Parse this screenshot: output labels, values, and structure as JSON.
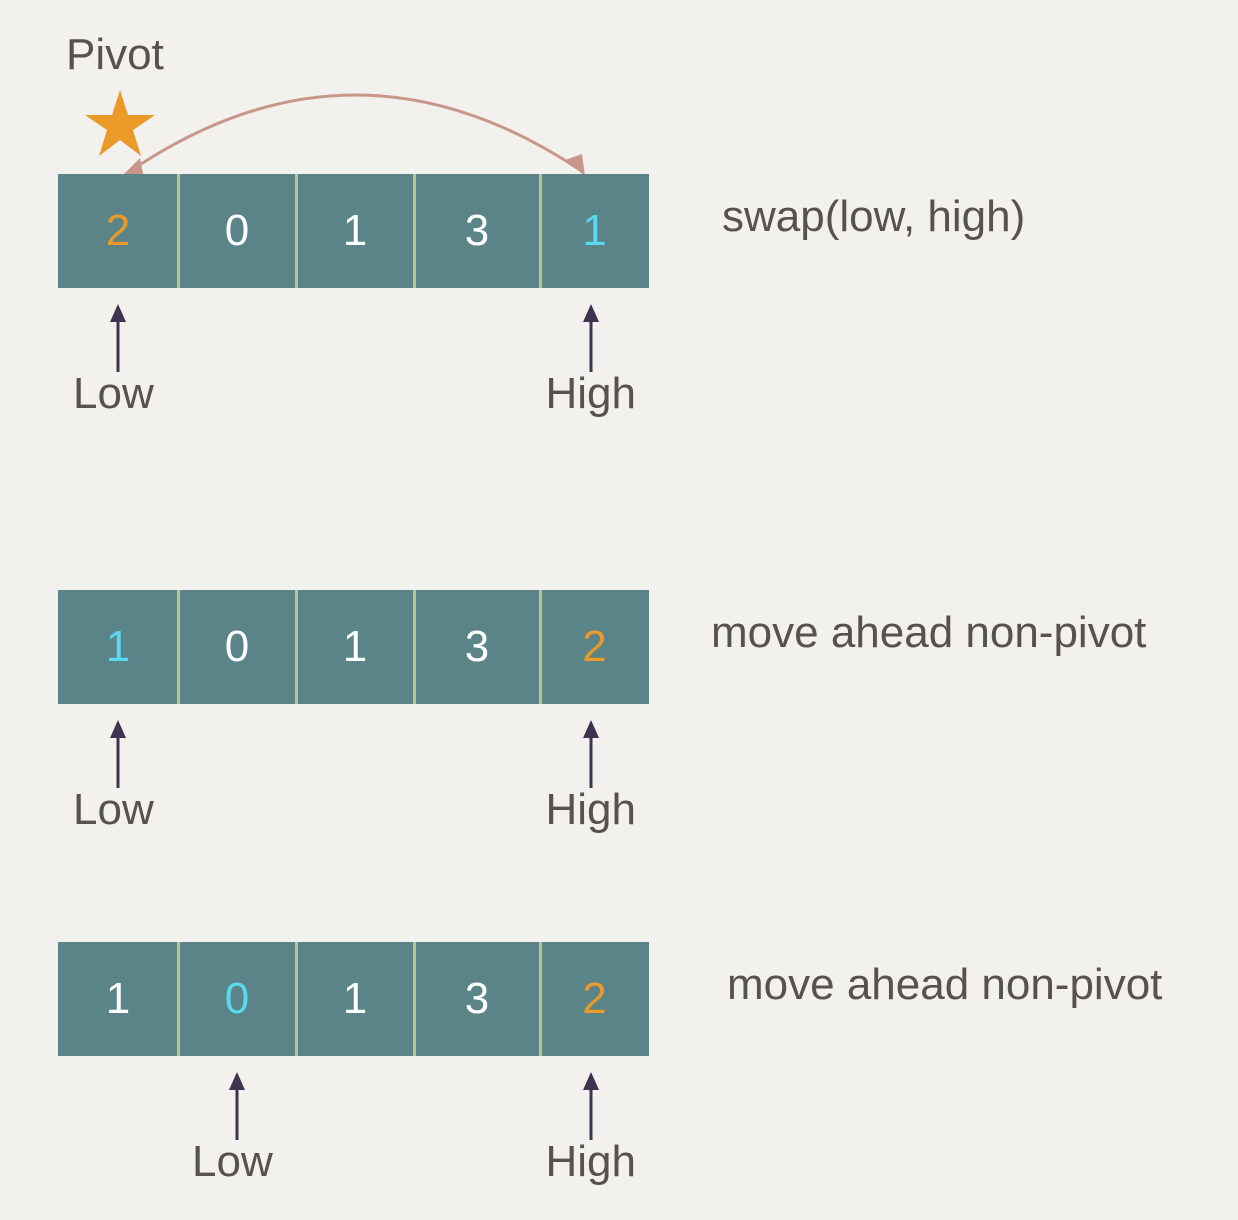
{
  "pivot_label": "Pivot",
  "colors": {
    "cell": "#5b8488",
    "divider": "#b8c48a",
    "pivot": "#eb9a2a",
    "highlight": "#5ad8ee",
    "normal": "#ffffff",
    "pointer": "#3f3350",
    "swap_arc": "#c9968a"
  },
  "rows": [
    {
      "values": [
        "2",
        "0",
        "1",
        "3",
        "1"
      ],
      "colors": [
        "pivot",
        "normal",
        "normal",
        "normal",
        "highlight"
      ],
      "caption": "swap(low, high)",
      "low_label": "Low",
      "high_label": "High",
      "low_index": 0,
      "high_index": 4
    },
    {
      "values": [
        "1",
        "0",
        "1",
        "3",
        "2"
      ],
      "colors": [
        "highlight",
        "normal",
        "normal",
        "normal",
        "pivot"
      ],
      "caption": "move ahead non-pivot",
      "low_label": "Low",
      "high_label": "High",
      "low_index": 0,
      "high_index": 4
    },
    {
      "values": [
        "1",
        "0",
        "1",
        "3",
        "2"
      ],
      "colors": [
        "normal",
        "highlight",
        "normal",
        "normal",
        "pivot"
      ],
      "caption": "move ahead non-pivot",
      "low_label": "Low",
      "high_label": "High",
      "low_index": 1,
      "high_index": 4
    }
  ]
}
